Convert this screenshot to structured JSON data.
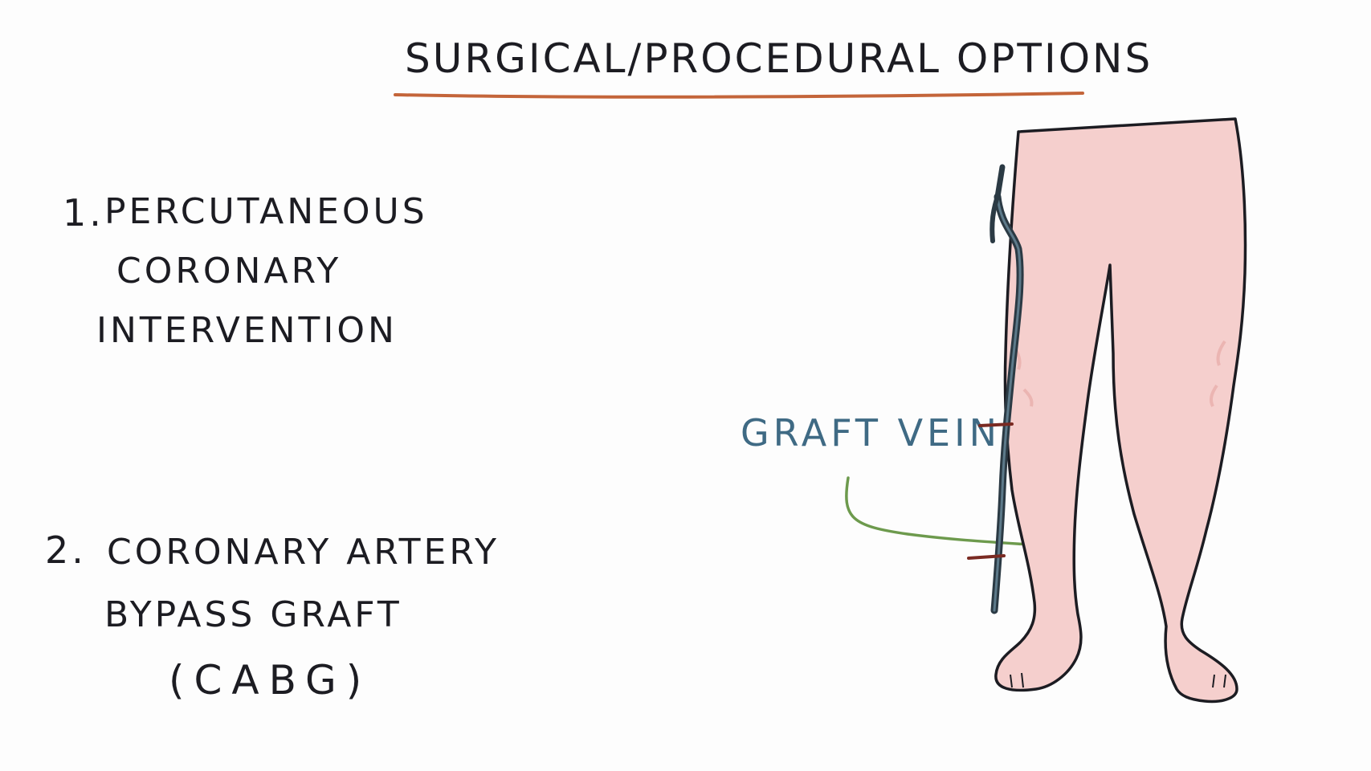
{
  "title": "SURGICAL/PROCEDURAL OPTIONS",
  "options": [
    {
      "number": "1.",
      "lines": [
        "PERCUTANEOUS",
        "CORONARY",
        "INTERVENTION"
      ]
    },
    {
      "number": "2.",
      "lines": [
        "CORONARY ARTERY",
        "BYPASS GRAFT",
        "(CABG)"
      ]
    }
  ],
  "diagram": {
    "label": "GRAFT VEIN",
    "label_color": "#3f6a84",
    "arrow_color": "#6d9a4d",
    "skin_color": "#f5cfcd",
    "vein_color": "#2b3a44",
    "ligature_color": "#7a2a22",
    "underline_color": "#c4653a"
  }
}
